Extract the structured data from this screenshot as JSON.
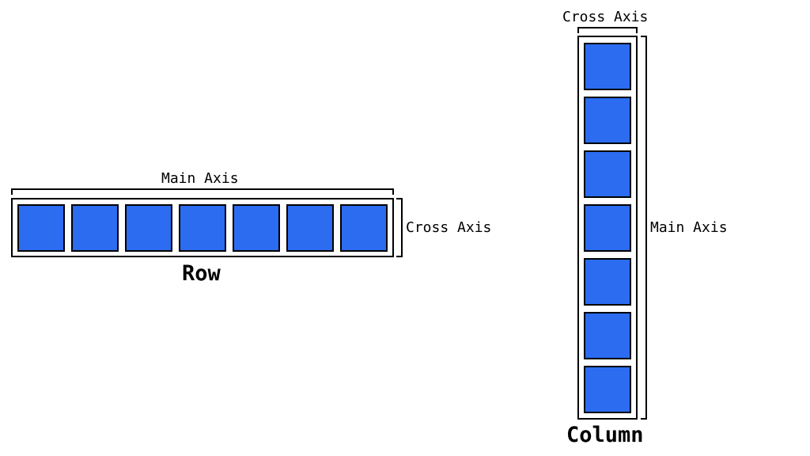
{
  "colors": {
    "item_fill": "#2b6cf0",
    "item_stroke": "#000000",
    "container_stroke": "#000000",
    "background": "#ffffff"
  },
  "row": {
    "title": "Row",
    "main_axis_label": "Main Axis",
    "cross_axis_label": "Cross Axis",
    "item_count": 7
  },
  "column": {
    "title": "Column",
    "main_axis_label": "Main Axis",
    "cross_axis_label": "Cross Axis",
    "item_count": 7
  }
}
